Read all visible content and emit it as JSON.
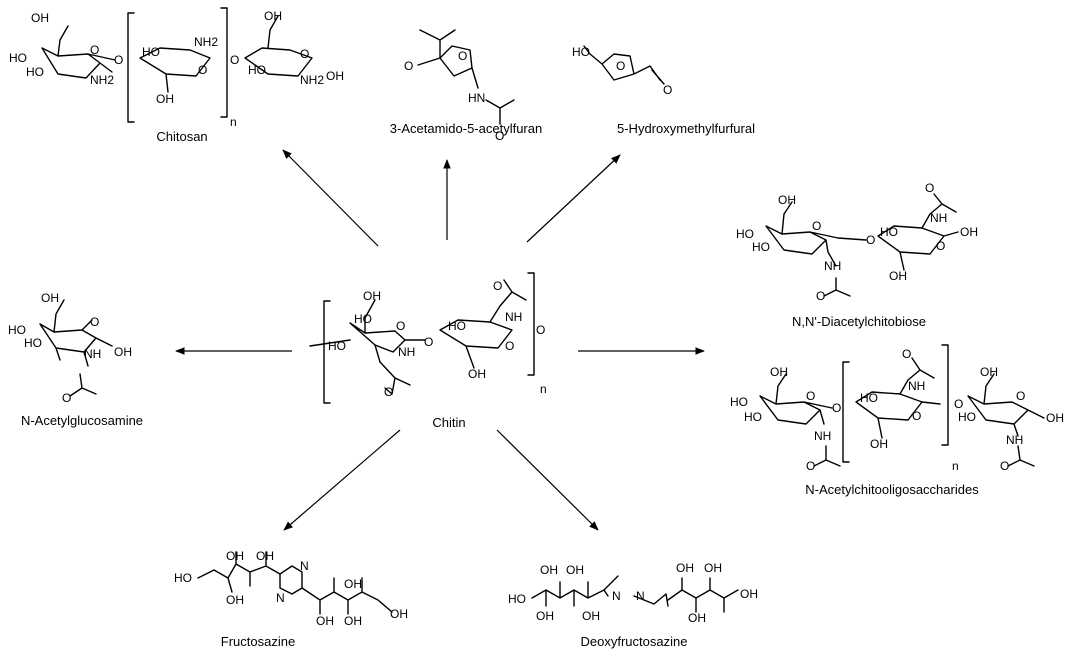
{
  "captions": {
    "chitin": "Chitin",
    "chitosan": "Chitosan",
    "aaf": "3-Acetamido-5-acetylfuran",
    "hmf": "5-Hydroxymethylfurfural",
    "glcnac": "N-Acetylglucosamine",
    "chitobiose": "N,N'-Diacetylchitobiose",
    "cos": "N-Acetylchitooligosaccharides",
    "fructosazine": "Fructosazine",
    "deoxyfructosazine": "Deoxyfructosazine"
  },
  "atoms": {
    "oh": "OH",
    "ho": "HO",
    "o": "O",
    "nh": "NH",
    "hn": "HN",
    "nh2": "NH2",
    "n": "N",
    "repeat": "n"
  }
}
